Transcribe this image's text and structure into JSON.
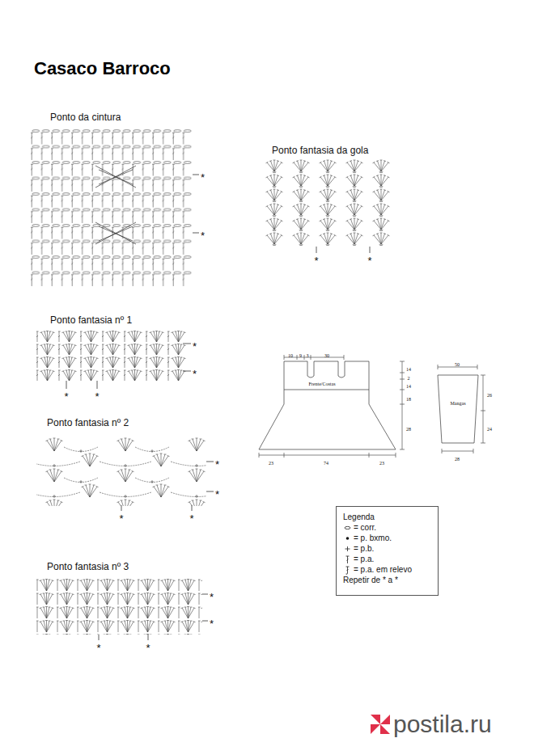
{
  "diagram": {
    "title": "Casaco Barroco",
    "nodes": [
      {
        "text": [
          "Frente/Costas"
        ]
      },
      {
        "text": [
          "Mangas"
        ]
      },
      {
        "text": [
          "Legenda",
          "Repetir de * a *"
        ]
      }
    ],
    "labels": [
      "Ponto da cintura",
      "*",
      "*",
      "Ponto fantasia da gola",
      "*",
      "*",
      "Ponto fantasia nº 1",
      "*",
      "*",
      "*",
      "*",
      "Ponto fantasia nº 2",
      "*",
      "*",
      "*",
      "*",
      "Ponto fantasia nº 3",
      "*",
      "*",
      "*",
      "*",
      "10",
      "9",
      "3",
      "30",
      "14",
      "2",
      "14",
      "18",
      "28",
      "23",
      "74",
      "23",
      "50",
      "26",
      "24",
      "28",
      "postila.ru"
    ],
    "legend": [
      {
        "text": "= corr."
      },
      {
        "text": "= p. bxmo."
      },
      {
        "text": "= p.b."
      },
      {
        "text": "= p.a."
      },
      {
        "text": "= p.a. em relevo"
      }
    ]
  }
}
